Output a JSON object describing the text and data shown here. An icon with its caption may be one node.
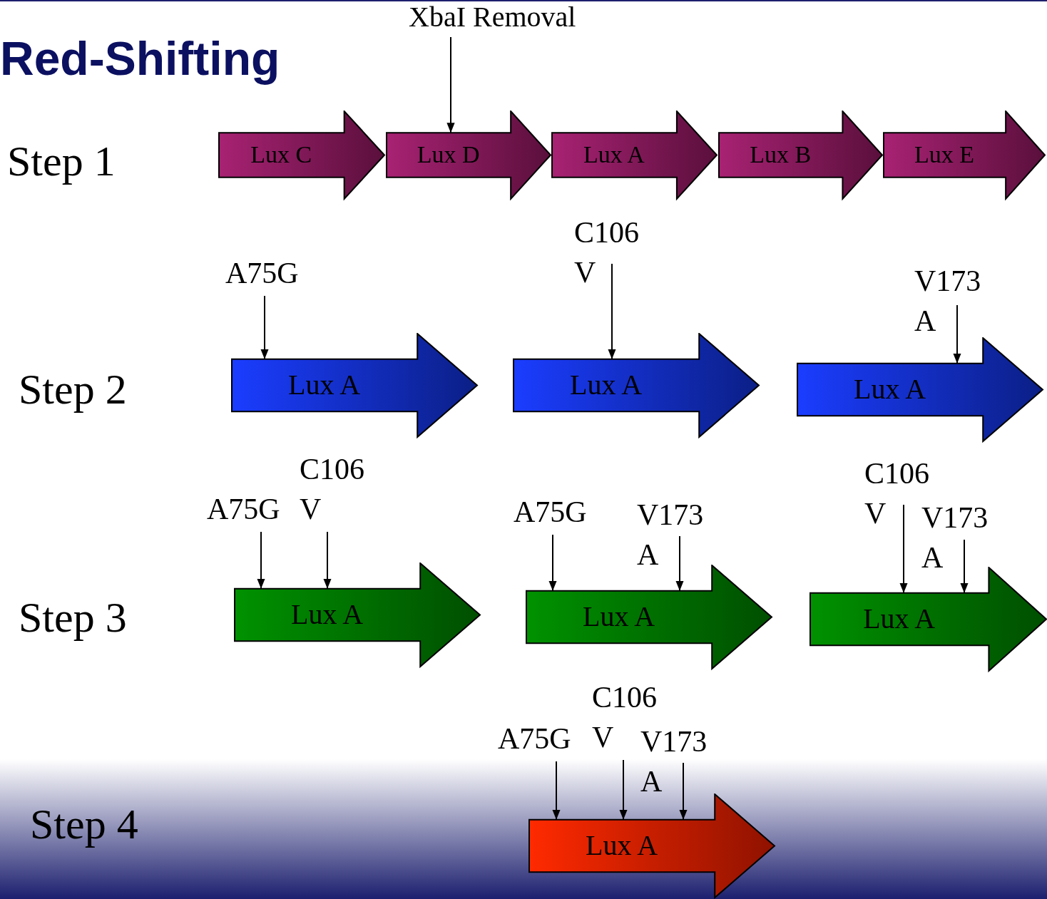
{
  "diagram": {
    "title": "Red-Shifting",
    "nodes": [
      {
        "text": [
          "Lux C"
        ]
      },
      {
        "text": [
          "Lux D"
        ]
      },
      {
        "text": [
          "Lux A"
        ]
      },
      {
        "text": [
          "Lux B"
        ]
      },
      {
        "text": [
          "Lux E"
        ]
      },
      {
        "text": [
          "XbaI Removal"
        ]
      },
      {
        "text": [
          "Lux A"
        ]
      },
      {
        "text": [
          "Lux A"
        ]
      },
      {
        "text": [
          "Lux A"
        ]
      },
      {
        "text": [
          "A75G"
        ]
      },
      {
        "text": [
          "C106 V"
        ]
      },
      {
        "text": [
          "V173 A"
        ]
      },
      {
        "text": [
          "Lux A"
        ]
      },
      {
        "text": [
          "Lux A"
        ]
      },
      {
        "text": [
          "Lux A"
        ]
      },
      {
        "text": [
          "A75G"
        ]
      },
      {
        "text": [
          "C106 V"
        ]
      },
      {
        "text": [
          "A75G"
        ]
      },
      {
        "text": [
          "V173 A"
        ]
      },
      {
        "text": [
          "C106 V"
        ]
      },
      {
        "text": [
          "V173 A"
        ]
      },
      {
        "text": [
          "Lux A"
        ]
      },
      {
        "text": [
          "A75G"
        ]
      },
      {
        "text": [
          "C106 V"
        ]
      },
      {
        "text": [
          "V173 A"
        ]
      }
    ],
    "edges": [
      {
        "from": 5,
        "to": 1,
        "arrow": "to"
      },
      {
        "from": 9,
        "to": 6,
        "arrow": "to"
      },
      {
        "from": 10,
        "to": 7,
        "arrow": "to"
      },
      {
        "from": 11,
        "to": 8,
        "arrow": "to"
      },
      {
        "from": 15,
        "to": 12,
        "arrow": "to"
      },
      {
        "from": 16,
        "to": 12,
        "arrow": "to"
      },
      {
        "from": 17,
        "to": 13,
        "arrow": "to"
      },
      {
        "from": 18,
        "to": 13,
        "arrow": "to"
      },
      {
        "from": 19,
        "to": 14,
        "arrow": "to"
      },
      {
        "from": 20,
        "to": 14,
        "arrow": "to"
      },
      {
        "from": 22,
        "to": 21,
        "arrow": "to"
      },
      {
        "from": 23,
        "to": 21,
        "arrow": "to"
      },
      {
        "from": 24,
        "to": 21,
        "arrow": "to"
      }
    ],
    "labels": [
      "Step 1",
      "Step 2",
      "Step 3",
      "Step 4"
    ]
  }
}
